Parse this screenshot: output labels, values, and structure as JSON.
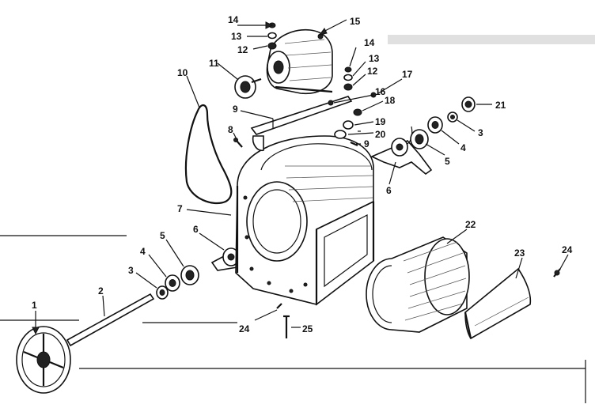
{
  "colors": {
    "ink": "#111111",
    "paper": "#ffffff"
  },
  "callouts": {
    "c1": "1",
    "c2": "2",
    "c3a": "3",
    "c3b": "3",
    "c4a": "4",
    "c4b": "4",
    "c5a": "5",
    "c5b": "5",
    "c6a": "6",
    "c6b": "6",
    "c7": "7",
    "c8": "8",
    "c9a": "9",
    "c9b": "9",
    "c10": "10",
    "c11": "11",
    "c12a": "12",
    "c12b": "12",
    "c13a": "13",
    "c13b": "13",
    "c14a": "14",
    "c14b": "14",
    "c15": "15",
    "c16": "16",
    "c17": "17",
    "c18": "18",
    "c19": "19",
    "c20": "20",
    "c21": "21",
    "c22": "22",
    "c23": "23",
    "c24a": "24",
    "c24b": "24",
    "c25": "25"
  }
}
